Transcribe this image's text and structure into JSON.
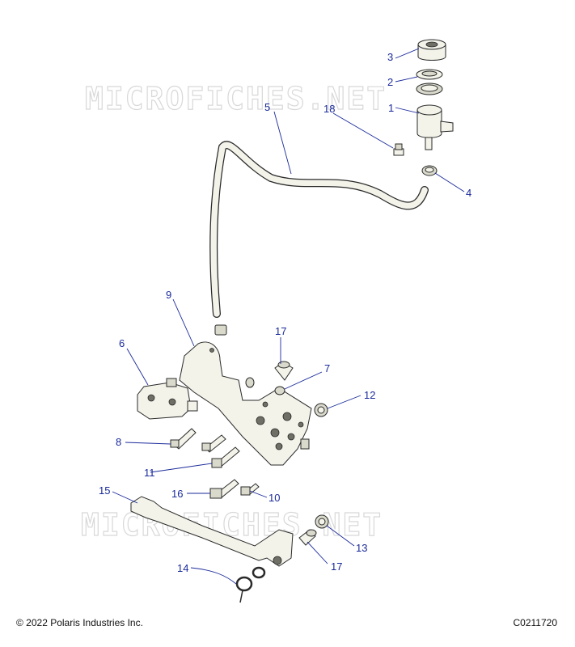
{
  "watermark": "MICROFICHES.NET",
  "footer": {
    "copyright": "© 2022 Polaris Industries Inc.",
    "drawing_id": "C0211720"
  },
  "callouts": {
    "c1": "1",
    "c2": "2",
    "c3": "3",
    "c4": "4",
    "c5": "5",
    "c6": "6",
    "c7": "7",
    "c8": "8",
    "c9": "9",
    "c10": "10",
    "c11": "11",
    "c12": "12",
    "c13": "13",
    "c14": "14",
    "c15": "15",
    "c16": "16",
    "c17a": "17",
    "c17b": "17",
    "c18": "18"
  }
}
